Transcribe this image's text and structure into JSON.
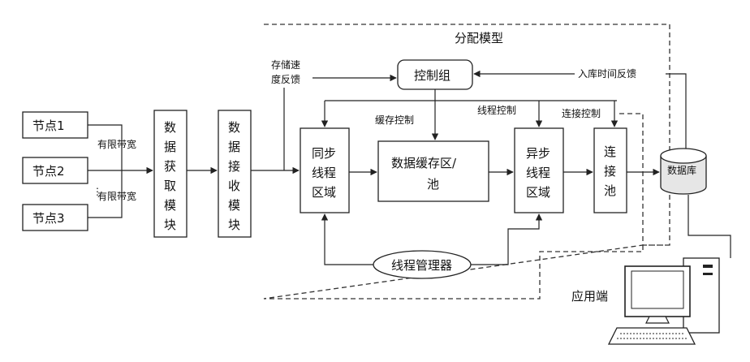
{
  "nodes": {
    "node1": "节点1",
    "node2": "节点2",
    "node3": "节点3"
  },
  "bandwidth": {
    "upper": "有限带宽",
    "lower": "有限带宽"
  },
  "modules": {
    "acquisition": [
      "数",
      "据",
      "获",
      "取",
      "模",
      "块"
    ],
    "receive": [
      "数",
      "据",
      "接",
      "收",
      "模",
      "块"
    ]
  },
  "allocation_model": {
    "title": "分配模型",
    "storage_feedback": [
      "存储速",
      "度反馈"
    ],
    "control_group": "控制组",
    "inbound_feedback": "入库时间反馈",
    "cache_control": "缓存控制",
    "thread_control": "线程控制",
    "connection_control": "连接控制",
    "sync_region": [
      "同步",
      "线程",
      "区域"
    ],
    "buffer_pool": [
      "数据缓存区/",
      "池"
    ],
    "async_region": [
      "异步",
      "线程",
      "区域"
    ],
    "conn_pool": [
      "连",
      "接",
      "池"
    ],
    "thread_manager": "线程管理器"
  },
  "database": "数据库",
  "application": "应用端"
}
